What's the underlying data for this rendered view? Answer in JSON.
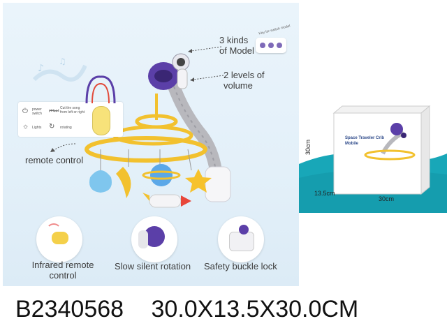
{
  "features": {
    "models": "3 kinds of Model",
    "volume": "2 levels of volume",
    "key_note": "Key for switch model",
    "remote_control": "remote control",
    "infrared": "Infrared remote control",
    "rotation": "Slow silent rotation",
    "buckle": "Safety buckle lock"
  },
  "remote_legend": {
    "power": "power switch",
    "cut": "Cut the song from left or right",
    "lights": "Lights",
    "rotating": "rotating"
  },
  "box": {
    "title": "Space Traveler Crib Mobile",
    "height": "30cm",
    "depth": "13.5cm",
    "width": "30cm"
  },
  "product": {
    "code": "B2340568",
    "dimensions": "30.0X13.5X30.0CM"
  },
  "colors": {
    "panel_bg": "#e3f0f9",
    "arm": "#f2c12e",
    "astronaut": "#5b3fa8",
    "box_teal": "#18a7b8"
  }
}
